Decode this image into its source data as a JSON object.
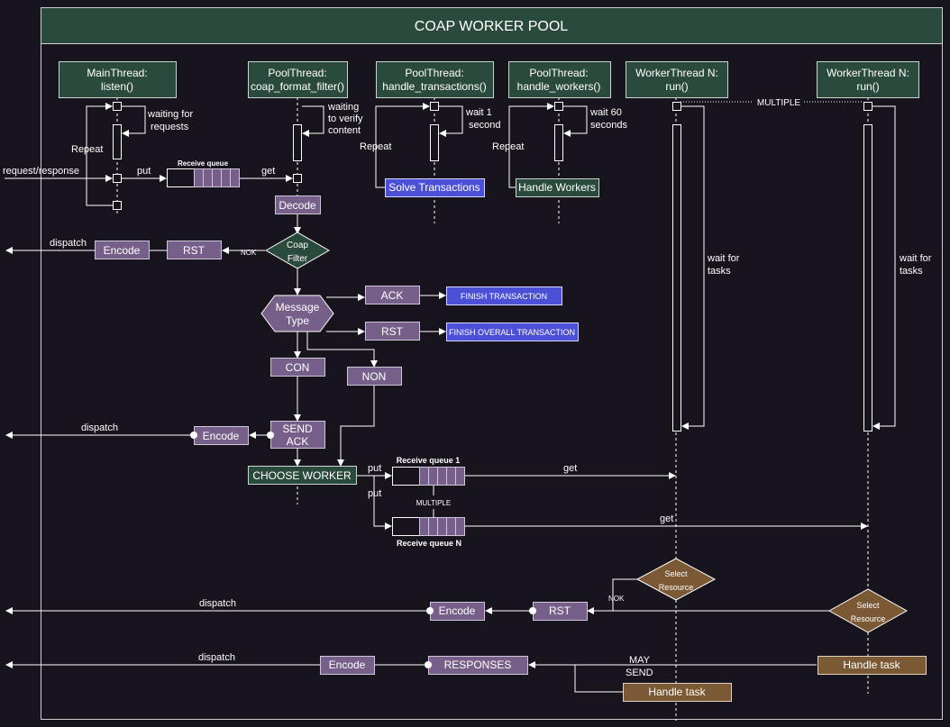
{
  "title": "COAP WORKER POOL",
  "threads": {
    "main": {
      "line1": "MainThread:",
      "line2": "listen()"
    },
    "filter": {
      "line1": "PoolThread:",
      "line2": "coap_format_filter()"
    },
    "transactions": {
      "line1": "PoolThread:",
      "line2": "handle_transactions()"
    },
    "workers": {
      "line1": "PoolThread:",
      "line2": "handle_workers()"
    },
    "worker_n1": {
      "line1": "WorkerThread N:",
      "line2": "run()"
    },
    "worker_n2": {
      "line1": "WorkerThread N:",
      "line2": "run()"
    }
  },
  "labels": {
    "multiple_top": "MULTIPLE",
    "waiting_requests_1": "waiting for",
    "waiting_requests_2": "requests",
    "waiting_content_1": "waiting",
    "waiting_content_2": "to verify",
    "waiting_content_3": "content",
    "wait1_1": "wait 1",
    "wait1_2": "second",
    "wait60_1": "wait 60",
    "wait60_2": "seconds",
    "repeat_main": "Repeat",
    "repeat_trans": "Repeat",
    "repeat_workers": "Repeat",
    "request_response": "request/response",
    "put": "put",
    "get": "get",
    "receive_queue": "Receive queue",
    "solve_transactions": "Solve Transactions",
    "handle_workers": "Handle Workers",
    "decode": "Decode",
    "dispatch": "dispatch",
    "encode": "Encode",
    "rst": "RST",
    "nok": "NOK",
    "coap_filter_1": "Coap",
    "coap_filter_2": "Filter",
    "message_type_1": "Message",
    "message_type_2": "Type",
    "ack": "ACK",
    "finish_transaction": "FINISH  TRANSACTION",
    "finish_overall": "FINISH OVERALL TRANSACTION",
    "con": "CON",
    "non": "NON",
    "send_ack_1": "SEND",
    "send_ack_2": "ACK",
    "choose_worker": "CHOOSE WORKER",
    "receive_queue_1": "Receive queue 1",
    "receive_queue_n": "Receive queue N",
    "multiple_mid": "MULTIPLE",
    "wait_tasks_1": "wait for",
    "wait_tasks_2": "tasks",
    "select_resource_1": "Select",
    "select_resource_2": "Resource",
    "responses": "RESPONSES",
    "may_send_1": "MAY",
    "may_send_2": "SEND",
    "handle_task": "Handle task"
  },
  "colors": {
    "background": "#18141d",
    "title_bar": "#2b4a3e",
    "thread_box": "#2b4a3e",
    "process": "#76608a",
    "finish": "#4b50d6",
    "task": "#7a5934"
  }
}
